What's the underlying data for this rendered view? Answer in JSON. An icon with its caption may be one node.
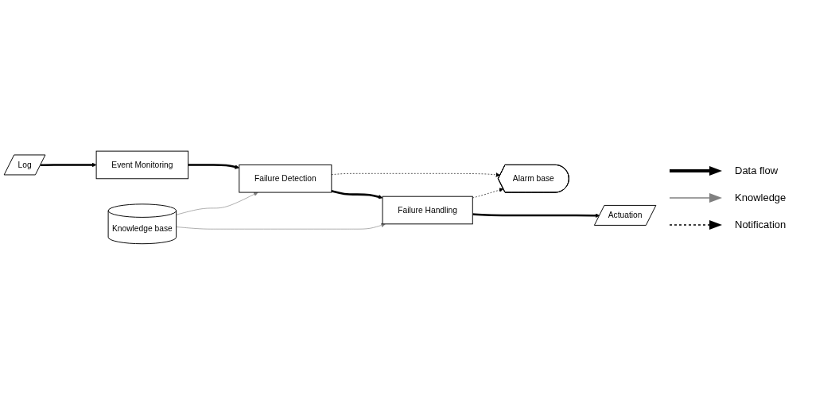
{
  "diagram": {
    "nodes": [
      {
        "text": [
          "Knowledge base"
        ]
      },
      {
        "text": [
          "Alarm base"
        ]
      },
      {
        "text": [
          "Event Monitoring"
        ]
      },
      {
        "text": [
          "Failure Detection"
        ]
      },
      {
        "text": [
          "Failure Handling"
        ]
      },
      {
        "text": [
          "Log"
        ]
      },
      {
        "text": [
          "Actuation"
        ]
      }
    ],
    "edges": [
      {
        "from": 2,
        "to": 3,
        "arrow": "to",
        "style": "thick"
      },
      {
        "from": 3,
        "to": 4,
        "arrow": "to",
        "style": "thick"
      },
      {
        "from": 5,
        "to": 2,
        "arrow": "to",
        "style": "thick"
      },
      {
        "from": 4,
        "to": 6,
        "arrow": "to",
        "style": "thick"
      },
      {
        "from": 0,
        "to": 3,
        "arrow": "to",
        "color": "#808080"
      },
      {
        "from": 0,
        "to": 4,
        "arrow": "to",
        "color": "#808080"
      },
      {
        "from": 3,
        "to": 1,
        "arrow": "to",
        "style": "dashed"
      },
      {
        "from": 4,
        "to": 1,
        "arrow": "to",
        "style": "dashed"
      }
    ],
    "legend": [
      {
        "text": "Data flow"
      },
      {
        "text": "Knowledge"
      },
      {
        "text": "Notification"
      }
    ]
  }
}
